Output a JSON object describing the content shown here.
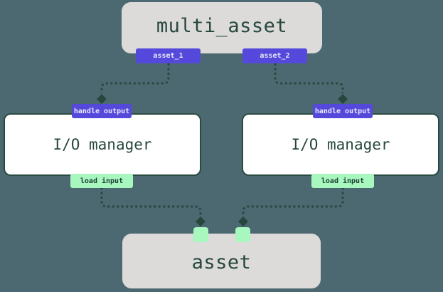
{
  "diagram": {
    "top_node": {
      "label": "multi_asset",
      "outputs": [
        "asset_1",
        "asset_2"
      ]
    },
    "io_managers": [
      {
        "label": "I/O manager",
        "input_badge": "handle output",
        "output_badge": "load input"
      },
      {
        "label": "I/O manager",
        "input_badge": "handle output",
        "output_badge": "load input"
      }
    ],
    "bottom_node": {
      "label": "asset",
      "input_count": 2
    }
  },
  "colors": {
    "background": "#4c6972",
    "node_fill_gray": "#dcdbd9",
    "node_fill_white": "#ffffff",
    "node_border": "#2a4b41",
    "edge_dark_green": "#27473e",
    "badge_purple": "#5449da",
    "badge_purple_text": "#e9e8fa",
    "badge_green": "#a7f7bf",
    "badge_green_text": "#1e4035",
    "label_text": "#27473e"
  }
}
